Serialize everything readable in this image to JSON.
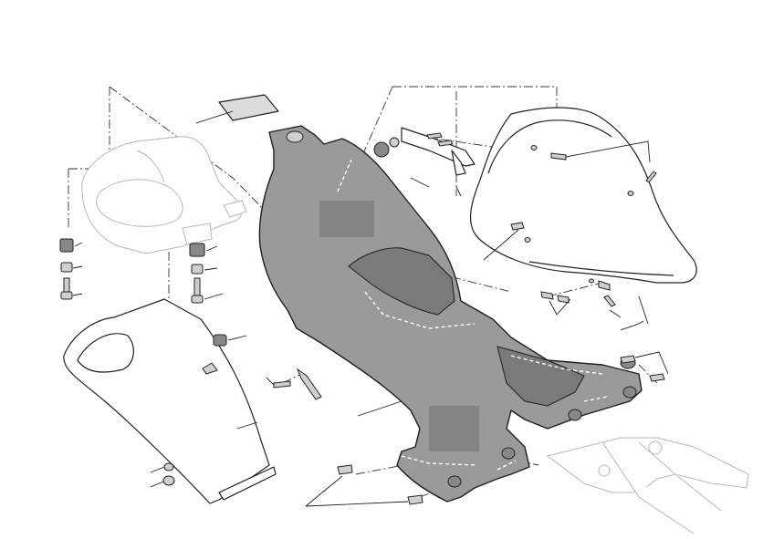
{
  "diagram": {
    "type": "exploded-parts-view",
    "parts": [
      "fuel-tank-cover",
      "seat",
      "rear-tank-housing",
      "bottom-cover",
      "seat-bracket",
      "rubber-grommet",
      "spacer",
      "screw",
      "bolt",
      "fastener-clip",
      "washer",
      "label-sticker",
      "frame-subframe"
    ],
    "colors": {
      "main_part_fill": "#9a9a9a",
      "outline": "#222222",
      "ghost_part": "#b8b8b8",
      "background": "#ffffff"
    }
  }
}
